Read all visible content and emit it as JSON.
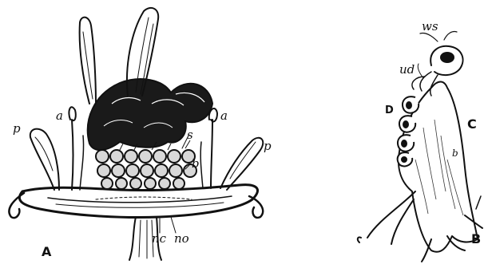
{
  "labels": {
    "panel_a": "A",
    "panel_b": "B",
    "panel_c": "C",
    "p_left": "p",
    "p_right": "p",
    "a_left": "a",
    "a_right": "a",
    "s": "s",
    "b": "b",
    "nc": "nc",
    "no": "no",
    "ws": "ws",
    "ud": "ud",
    "D": "D",
    "b_small": "b"
  }
}
